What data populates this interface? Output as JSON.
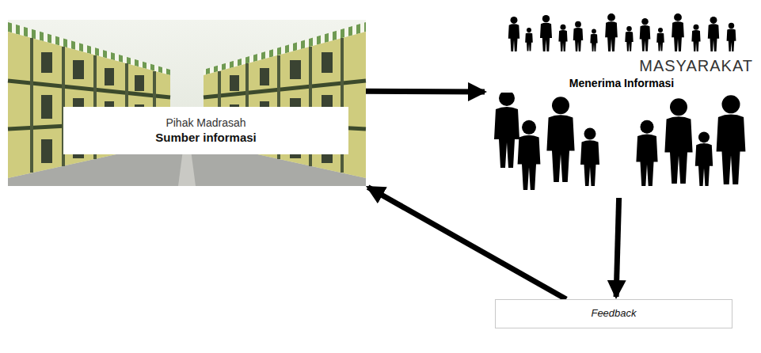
{
  "diagram": {
    "nodes": [
      {
        "text": [
          "Pihak Madrasah",
          "Sumber informasi"
        ]
      },
      {
        "text": [
          "MASYARAKAT",
          "Menerima Informasi"
        ]
      },
      {
        "text": [
          "Feedback"
        ]
      }
    ],
    "edges": [
      {
        "from": 0,
        "to": 1,
        "arrow": "to"
      },
      {
        "from": 1,
        "to": 2,
        "arrow": "to"
      },
      {
        "from": 2,
        "to": 0,
        "arrow": "to"
      }
    ]
  }
}
